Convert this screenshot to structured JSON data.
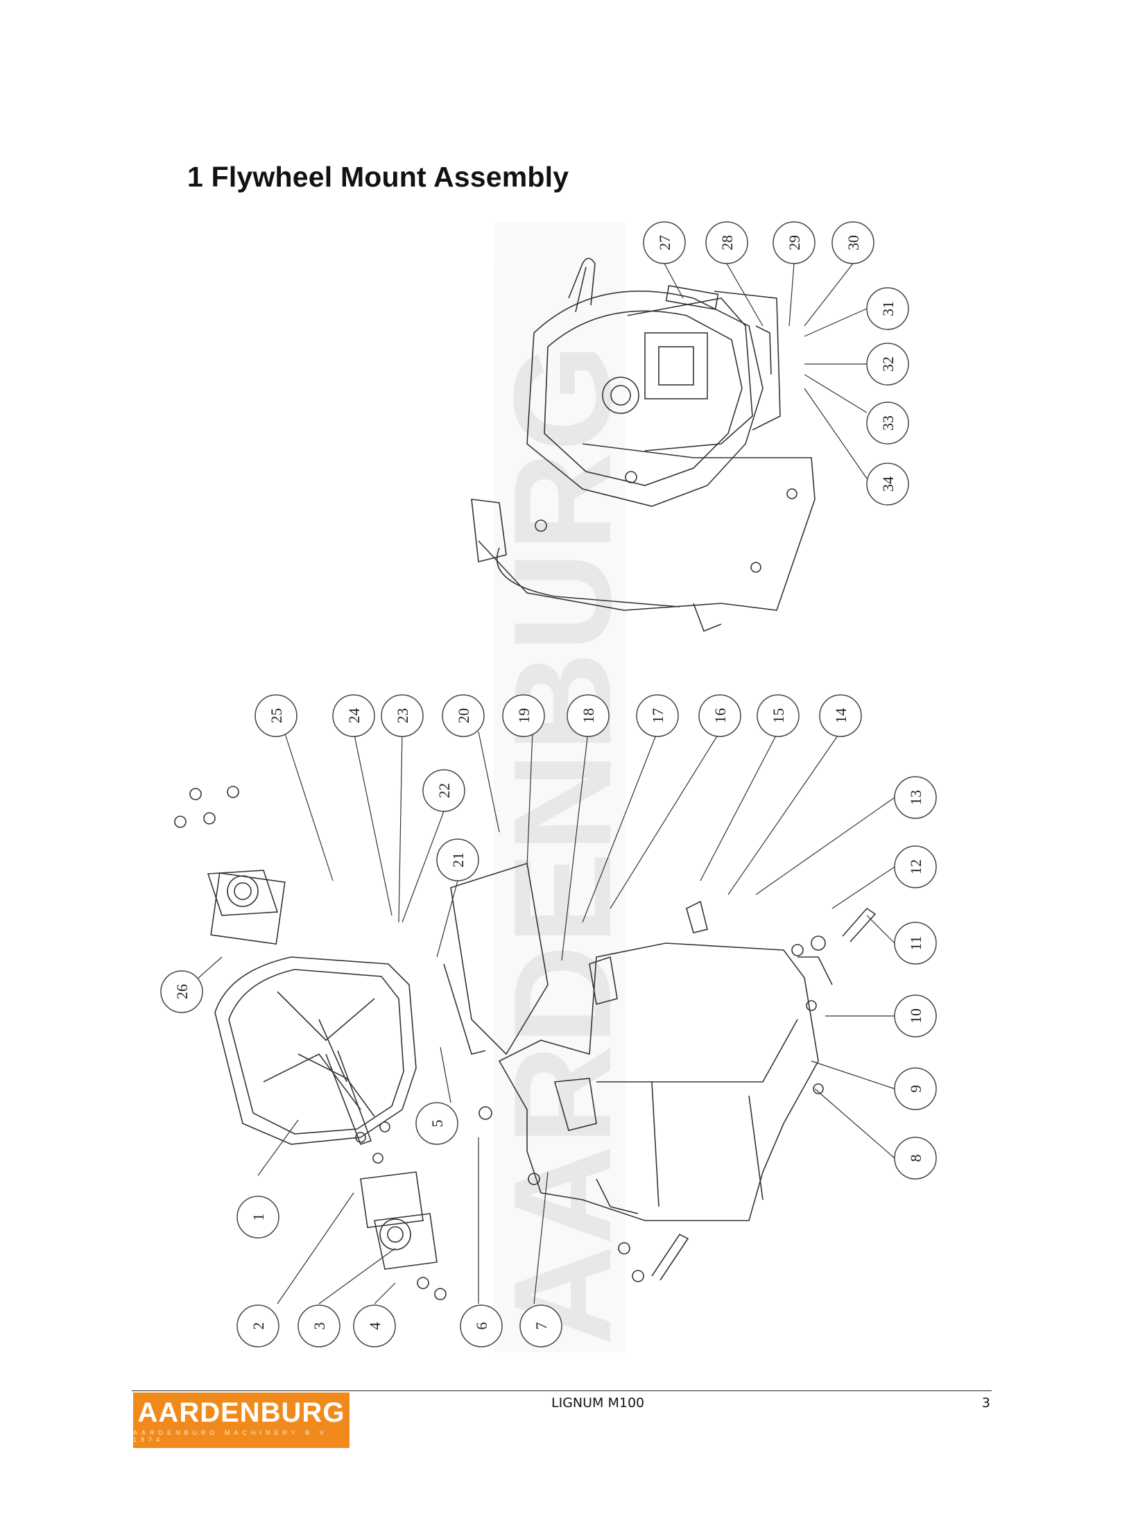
{
  "page": {
    "title": "1 Flywheel Mount Assembly",
    "footer_center": "LIGNUM M100",
    "page_number": "3"
  },
  "logo": {
    "wordmark": "AARDENBURG",
    "tagline": "AARDENBURG MACHINERY B.V. 1874",
    "color": "#f08a1c"
  },
  "watermark": {
    "text": "AARDENBURG"
  },
  "callouts": [
    "1",
    "2",
    "3",
    "4",
    "5",
    "6",
    "7",
    "8",
    "9",
    "10",
    "11",
    "12",
    "13",
    "14",
    "15",
    "16",
    "17",
    "18",
    "19",
    "20",
    "21",
    "22",
    "23",
    "24",
    "25",
    "26",
    "27",
    "28",
    "29",
    "30",
    "31",
    "32",
    "33",
    "34"
  ]
}
